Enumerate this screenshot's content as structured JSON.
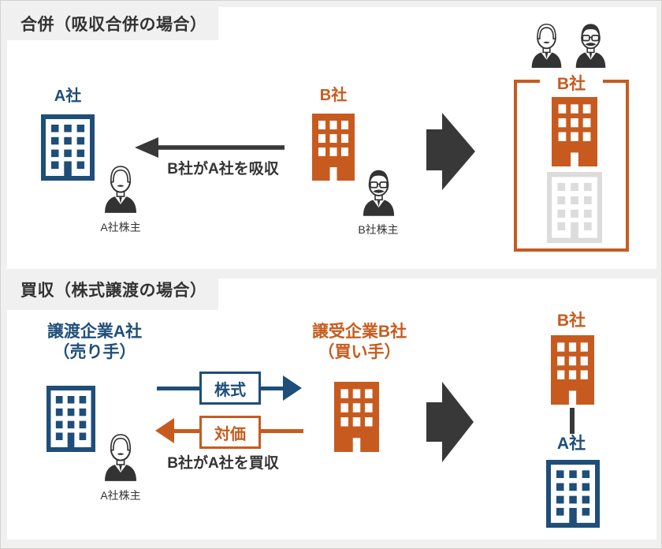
{
  "colors": {
    "blue": "#1e4e79",
    "orange": "#c75b1f",
    "dark_text": "#333333",
    "arrow_dark": "#383838",
    "faded_building_gray": "#dcdcdc",
    "page_background": "#f0f0f0",
    "panel_background": "#ffffff"
  },
  "merger": {
    "header": "合併（吸収合併の場合）",
    "company_a": {
      "label": "A社",
      "shareholder": "A社株主"
    },
    "company_b": {
      "label": "B社",
      "shareholder": "B社株主"
    },
    "absorb_text": "B社がA社を吸収",
    "result_label": "B社"
  },
  "acquisition": {
    "header": "買収（株式譲渡の場合）",
    "seller": {
      "name": "譲渡企業A社",
      "role": "（売り手）",
      "shareholder": "A社株主"
    },
    "buyer": {
      "name": "譲受企業B社",
      "role": "（買い手）"
    },
    "stock_label": "株式",
    "consideration_label": "対価",
    "acquire_text": "B社がA社を買収",
    "result": {
      "buyer_label": "B社",
      "seller_label": "A社"
    }
  }
}
